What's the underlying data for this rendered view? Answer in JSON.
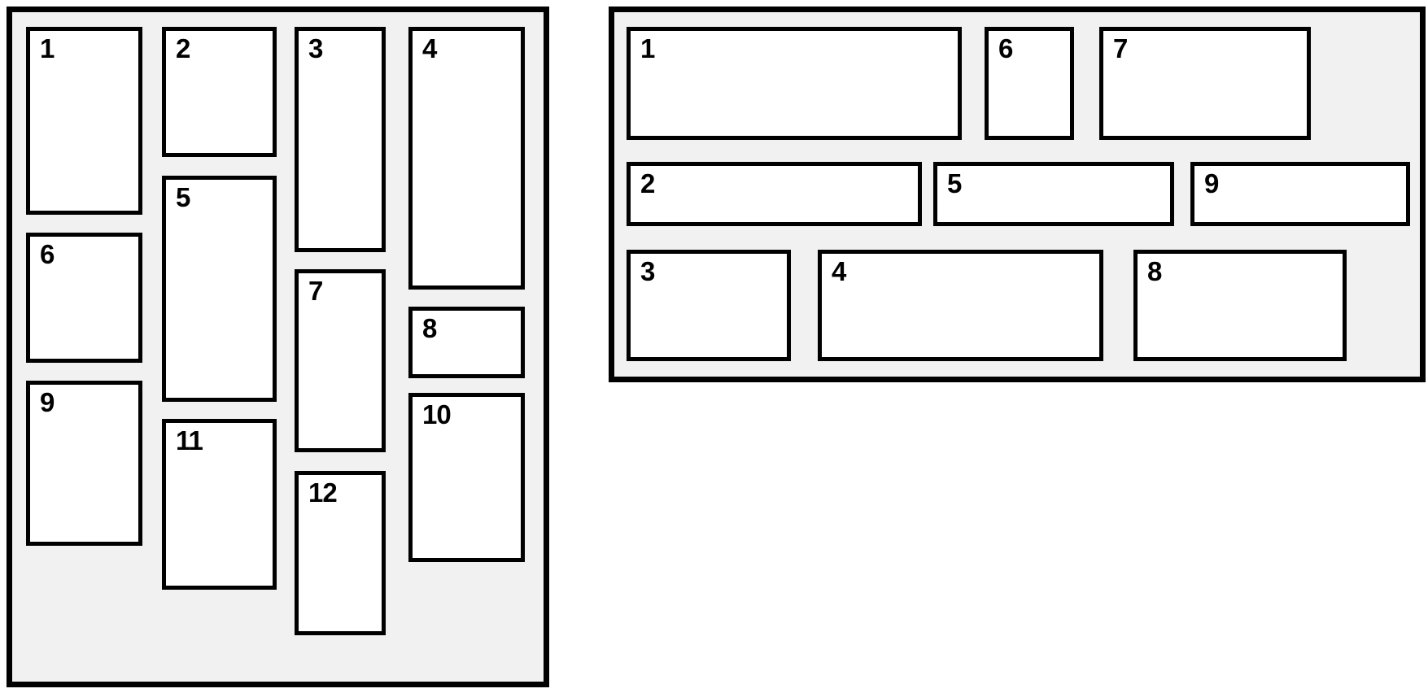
{
  "colors": {
    "page_background": "#ffffff",
    "panel_background": "#f1f1f1",
    "border": "#000000",
    "box_background": "#ffffff",
    "label_text": "#000000"
  },
  "panels": {
    "left": {
      "layout": "columns",
      "boxes": [
        {
          "label": "1"
        },
        {
          "label": "2"
        },
        {
          "label": "3"
        },
        {
          "label": "4"
        },
        {
          "label": "5"
        },
        {
          "label": "6"
        },
        {
          "label": "7"
        },
        {
          "label": "8"
        },
        {
          "label": "9"
        },
        {
          "label": "10"
        },
        {
          "label": "11"
        },
        {
          "label": "12"
        }
      ]
    },
    "right": {
      "layout": "rows",
      "boxes": [
        {
          "label": "1"
        },
        {
          "label": "2"
        },
        {
          "label": "3"
        },
        {
          "label": "4"
        },
        {
          "label": "5"
        },
        {
          "label": "6"
        },
        {
          "label": "7"
        },
        {
          "label": "8"
        },
        {
          "label": "9"
        }
      ]
    }
  }
}
